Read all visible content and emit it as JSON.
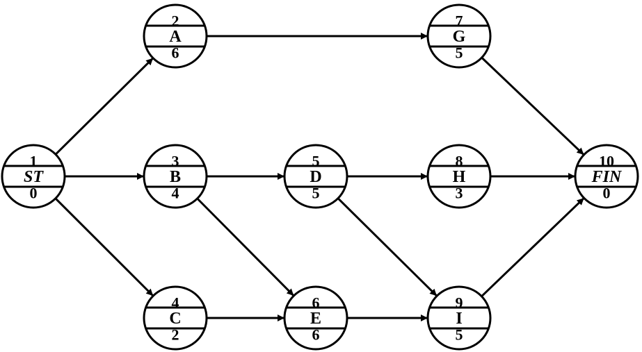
{
  "nodes": [
    {
      "id": "ST",
      "top": "1",
      "label": "ST",
      "bottom": "0",
      "italic": true
    },
    {
      "id": "A",
      "top": "2",
      "label": "A",
      "bottom": "6"
    },
    {
      "id": "B",
      "top": "3",
      "label": "B",
      "bottom": "4"
    },
    {
      "id": "C",
      "top": "4",
      "label": "C",
      "bottom": "2"
    },
    {
      "id": "D",
      "top": "5",
      "label": "D",
      "bottom": "5"
    },
    {
      "id": "E",
      "top": "6",
      "label": "E",
      "bottom": "6"
    },
    {
      "id": "G",
      "top": "7",
      "label": "G",
      "bottom": "5"
    },
    {
      "id": "H",
      "top": "8",
      "label": "H",
      "bottom": "3"
    },
    {
      "id": "I",
      "top": "9",
      "label": "I",
      "bottom": "5"
    },
    {
      "id": "FIN",
      "top": "10",
      "label": "FIN",
      "bottom": "0",
      "italic": true
    }
  ],
  "edges": [
    [
      "ST",
      "A"
    ],
    [
      "ST",
      "B"
    ],
    [
      "ST",
      "C"
    ],
    [
      "A",
      "G"
    ],
    [
      "B",
      "D"
    ],
    [
      "B",
      "E"
    ],
    [
      "C",
      "E"
    ],
    [
      "D",
      "H"
    ],
    [
      "D",
      "I"
    ],
    [
      "E",
      "I"
    ],
    [
      "G",
      "FIN"
    ],
    [
      "H",
      "FIN"
    ],
    [
      "I",
      "FIN"
    ]
  ]
}
